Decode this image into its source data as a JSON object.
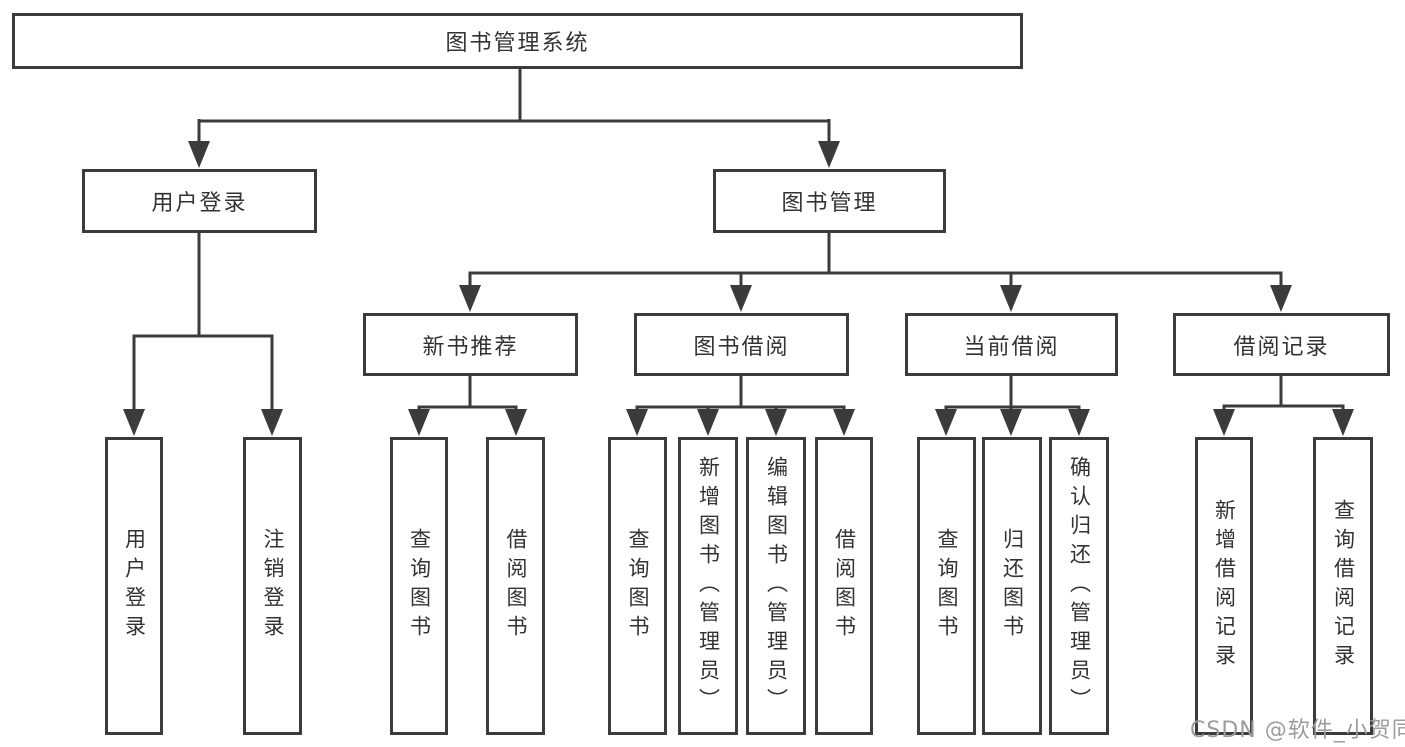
{
  "diagram": {
    "root": {
      "label": "图书管理系统"
    },
    "branches": [
      {
        "label": "用户登录",
        "children": [
          {
            "label": "用户登录"
          },
          {
            "label": "注销登录"
          }
        ]
      },
      {
        "label": "图书管理",
        "sections": [
          {
            "label": "新书推荐",
            "children": [
              {
                "label": "查询图书"
              },
              {
                "label": "借阅图书"
              }
            ]
          },
          {
            "label": "图书借阅",
            "children": [
              {
                "label": "查询图书"
              },
              {
                "label": "新增图书（管理员）"
              },
              {
                "label": "编辑图书（管理员）"
              },
              {
                "label": "借阅图书"
              }
            ]
          },
          {
            "label": "当前借阅",
            "children": [
              {
                "label": "查询图书"
              },
              {
                "label": "归还图书"
              },
              {
                "label": "确认归还（管理员）"
              }
            ]
          },
          {
            "label": "借阅记录",
            "children": [
              {
                "label": "新增借阅记录"
              },
              {
                "label": "查询借阅记录"
              }
            ]
          }
        ]
      }
    ]
  },
  "watermark": {
    "text": "CSDN @软件_小贺同学",
    "color": "#9c9c9c"
  },
  "colors": {
    "line": "#3b3b3b",
    "box_border": "#3b3b3b",
    "text": "#333333",
    "background": "#ffffff"
  }
}
